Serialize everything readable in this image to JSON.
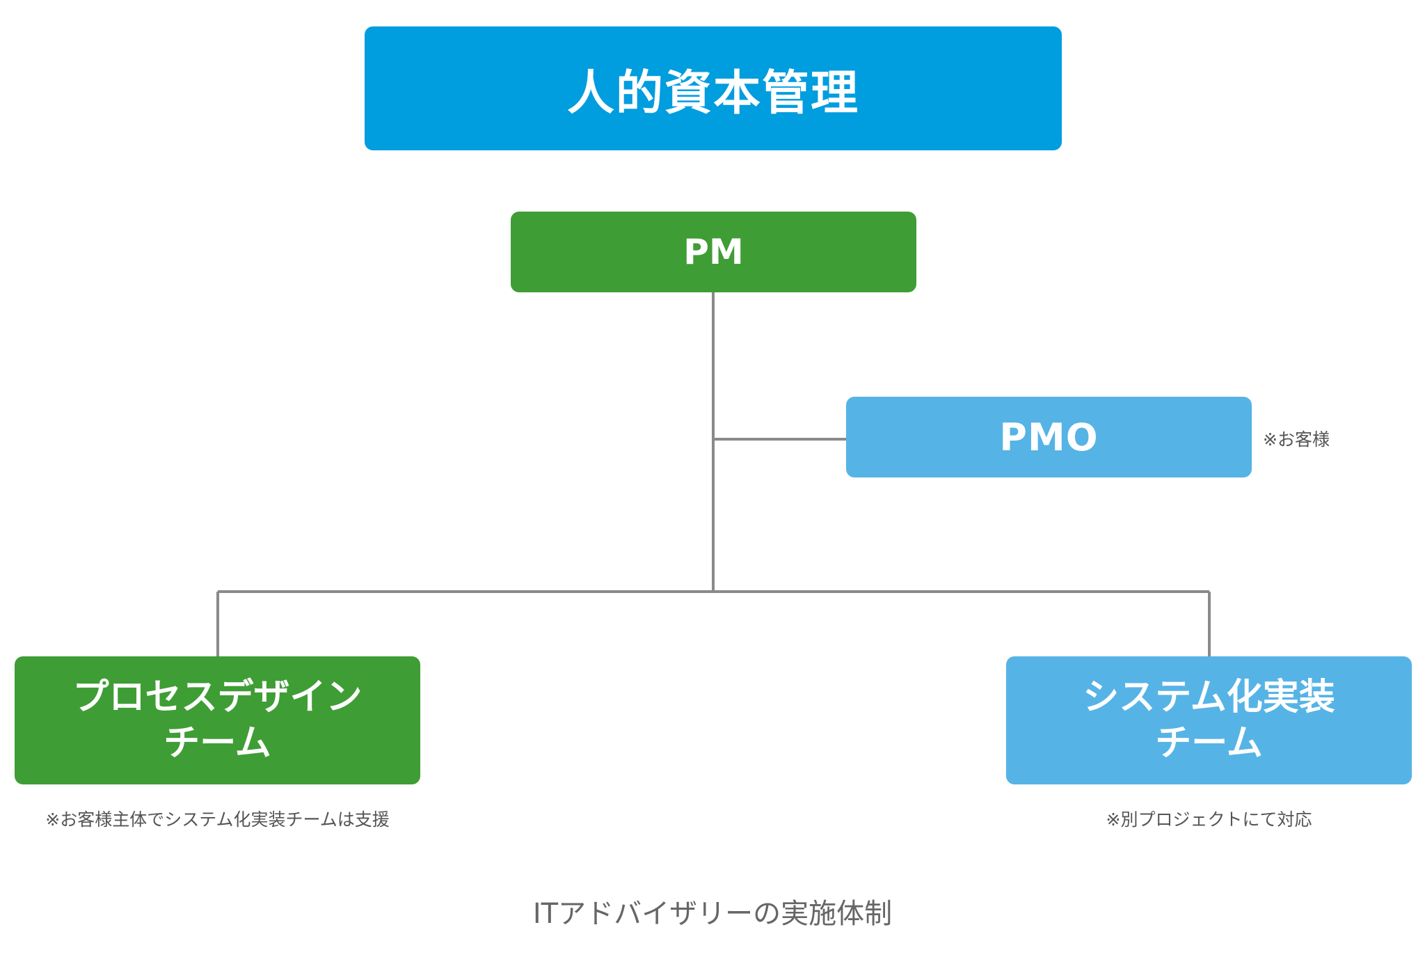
{
  "diagram": {
    "top": {
      "label": "人的資本管理",
      "color": "#009DDF"
    },
    "pm": {
      "label": "PM",
      "color": "#3F9D35"
    },
    "pmo": {
      "label": "PMO",
      "color": "#56B3E6",
      "note": "※お客様"
    },
    "process_team": {
      "label": "プロセスデザイン\nチーム",
      "color": "#3F9D35",
      "note": "※お客様主体でシステム化実装チームは支援"
    },
    "system_team": {
      "label": "システム化実装\nチーム",
      "color": "#56B3E6",
      "note": "※別プロジェクトにて対応"
    },
    "connector_color": "#8A8A8A"
  },
  "caption": "ITアドバイザリーの実施体制"
}
